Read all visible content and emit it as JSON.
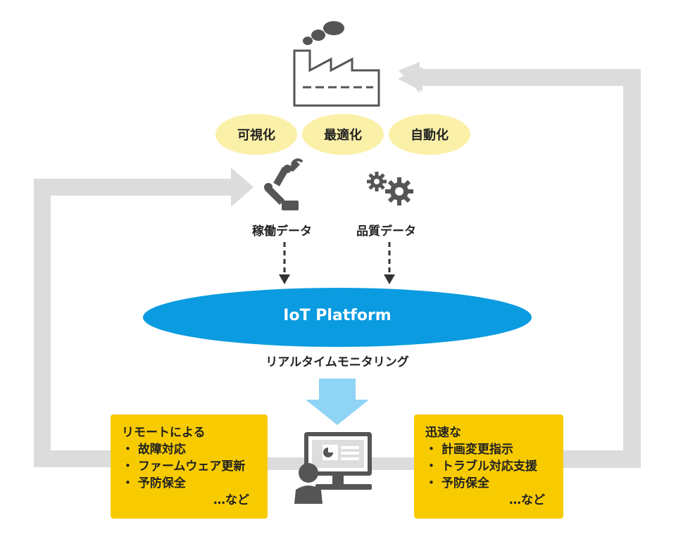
{
  "benefits": [
    "可視化",
    "最適化",
    "自動化"
  ],
  "data_sources": {
    "operation": "稼働データ",
    "quality": "品質データ"
  },
  "platform": {
    "name": "IoT Platform",
    "caption": "リアルタイムモニタリング"
  },
  "left_box": {
    "heading": "リモートによる",
    "items": [
      "・ 故障対応",
      "・ ファームウェア更新",
      "・ 予防保全"
    ],
    "etc": "…など"
  },
  "right_box": {
    "heading": "迅速な",
    "items": [
      "・ 計画変更指示",
      "・ トラブル対応支援",
      "・ 予防保全"
    ],
    "etc": "…など"
  },
  "icons": {
    "factory": "factory-icon",
    "robot_arm": "robot-arm-icon",
    "gears": "gears-icon",
    "operator": "operator-monitor-icon"
  },
  "colors": {
    "loop": "#dcdcdc",
    "pill": "#fbf0a8",
    "platform": "#0a9be0",
    "box": "#f7cb00",
    "down_arrow": "#8fd3f5",
    "icon": "#555555"
  }
}
